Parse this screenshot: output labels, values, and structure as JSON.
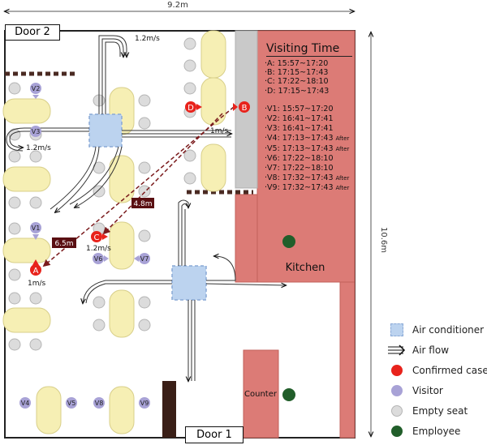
{
  "dimensions": {
    "width_label": "9.2m",
    "height_label": "10.6m"
  },
  "doors": {
    "door_top": "Door 2",
    "door_bottom": "Door 1"
  },
  "rooms": {
    "kitchen": "Kitchen",
    "counter": "Counter"
  },
  "visiting_time": {
    "title": "Visiting Time",
    "confirmed": [
      {
        "text": "·A: 15:57~17:20"
      },
      {
        "text": "·B: 17:15~17:43"
      },
      {
        "text": "·C: 17:22~18:10"
      },
      {
        "text": "·D: 17:15~17:43"
      }
    ],
    "visitors": [
      {
        "text": "·V1: 15:57~17:20",
        "note": ""
      },
      {
        "text": "·V2: 16:41~17:41",
        "note": ""
      },
      {
        "text": "·V3: 16:41~17:41",
        "note": ""
      },
      {
        "text": "·V4: 17:13~17:43",
        "note": "After"
      },
      {
        "text": "·V5: 17:13~17:43",
        "note": "After"
      },
      {
        "text": "·V6: 17:22~18:10",
        "note": ""
      },
      {
        "text": "·V7: 17:22~18:10",
        "note": ""
      },
      {
        "text": "·V8: 17:32~17:43",
        "note": "After"
      },
      {
        "text": "·V9: 17:32~17:43",
        "note": "After"
      }
    ]
  },
  "persons": {
    "confirmed": [
      "A",
      "B",
      "C",
      "D"
    ],
    "visitors": [
      "V1",
      "V2",
      "V3",
      "V4",
      "V5",
      "V6",
      "V7",
      "V8",
      "V9"
    ]
  },
  "distances": {
    "d1": "4.8m",
    "d2": "6.5m"
  },
  "airflow_speeds": {
    "s1": "1.2m/s",
    "s2": "1.2m/s",
    "s3": "1m/s",
    "s4": "1.2m/s",
    "s5": "1m/s"
  },
  "legend": [
    {
      "icon": "air-conditioner-icon",
      "label": "Air conditioner"
    },
    {
      "icon": "air-flow-icon",
      "label": "Air flow"
    },
    {
      "icon": "confirmed-case-icon",
      "label": "Confirmed case",
      "color": "#e8231c"
    },
    {
      "icon": "visitor-icon",
      "label": "Visitor",
      "color": "#a8a2d6"
    },
    {
      "icon": "empty-seat-icon",
      "label": "Empty seat",
      "color": "#dcdcdc"
    },
    {
      "icon": "employee-icon",
      "label": "Employee",
      "color": "#215e2a"
    }
  ],
  "colors": {
    "kitchen": "#dc7b76",
    "table": "#f6efb4",
    "confirmed": "#e8231c",
    "visitor": "#a8a2d6",
    "empty_seat": "#dcdcdc",
    "employee": "#215e2a",
    "ac": "#bcd3ef",
    "distance_label": "#5a0f12"
  }
}
